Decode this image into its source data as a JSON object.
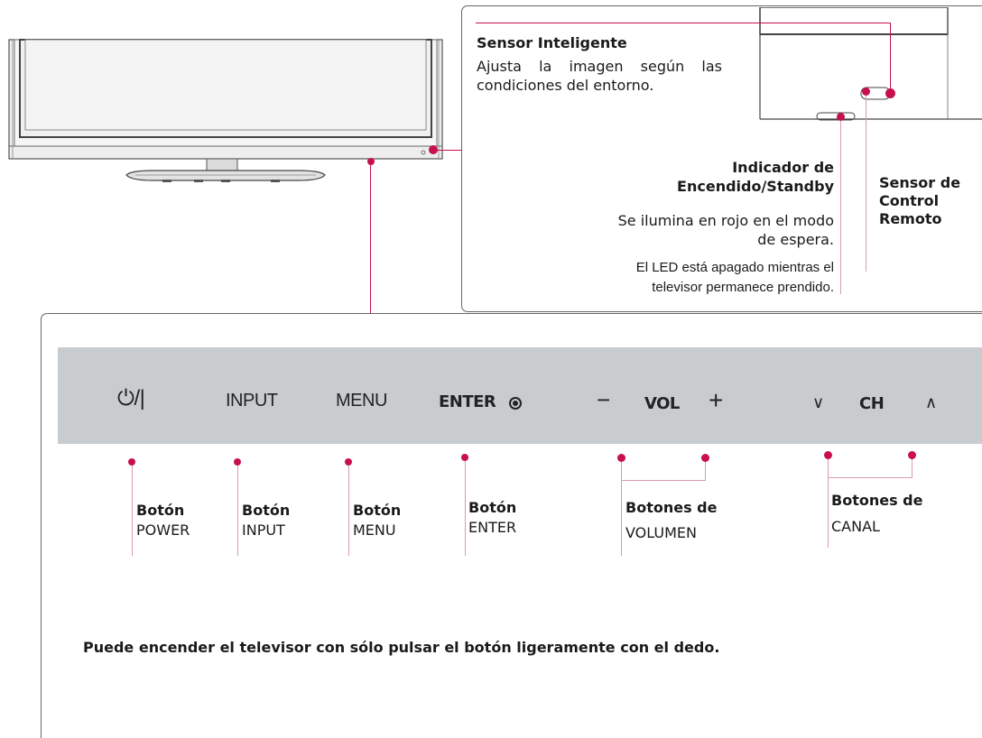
{
  "detail": {
    "smart_sensor_title": "Sensor Inteligente",
    "smart_sensor_desc": "Ajusta la imagen según las condiciones del entorno.",
    "power_indicator_title_1": "Indicador de",
    "power_indicator_title_2": "Encendido/Standby",
    "power_indicator_desc_1": "Se ilumina en rojo en el modo",
    "power_indicator_desc_2": "de espera.",
    "power_indicator_desc_3": "El LED está apagado mientras el",
    "power_indicator_desc_4": "televisor permanece prendido.",
    "remote_sensor_1": "Sensor de",
    "remote_sensor_2": "Control",
    "remote_sensor_3": "Remoto"
  },
  "panel": {
    "power_symbol": "⏻/|",
    "input": "INPUT",
    "menu": "MENU",
    "enter": "ENTER",
    "vol_minus": "−",
    "vol": "VOL",
    "vol_plus": "+",
    "ch_down": "∨",
    "ch": "CH",
    "ch_up": "∧"
  },
  "buttons": {
    "power_1": "Botón",
    "power_2": "POWER",
    "input_1": "Botón",
    "input_2": "INPUT",
    "menu_1": "Botón",
    "menu_2": "MENU",
    "enter_1": "Botón",
    "enter_2": "ENTER",
    "volume_1": "Botones de",
    "volume_2": "VOLUMEN",
    "channel_1": "Botones de",
    "channel_2": "CANAL"
  },
  "note": "Puede encender el televisor con sólo pulsar el botón ligeramente con el dedo.",
  "colors": {
    "accent": "#c8104e",
    "panel": "#c8ccce"
  }
}
